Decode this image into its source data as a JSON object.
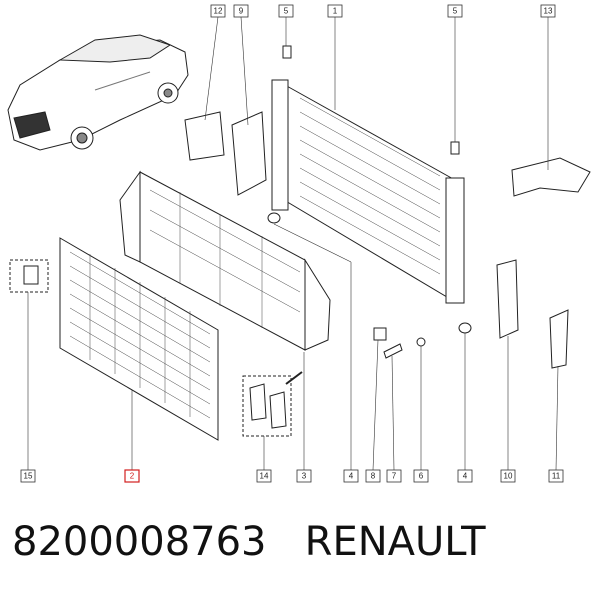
{
  "callouts": [
    {
      "id": "12",
      "label": "12"
    },
    {
      "id": "9",
      "label": "9"
    },
    {
      "id": "5a",
      "label": "5"
    },
    {
      "id": "1",
      "label": "1"
    },
    {
      "id": "5b",
      "label": "5"
    },
    {
      "id": "13",
      "label": "13"
    },
    {
      "id": "15",
      "label": "15"
    },
    {
      "id": "2",
      "label": "2"
    },
    {
      "id": "14",
      "label": "14"
    },
    {
      "id": "3",
      "label": "3"
    },
    {
      "id": "4a",
      "label": "4"
    },
    {
      "id": "8",
      "label": "8"
    },
    {
      "id": "7",
      "label": "7"
    },
    {
      "id": "6",
      "label": "6"
    },
    {
      "id": "4b",
      "label": "4"
    },
    {
      "id": "10",
      "label": "10"
    },
    {
      "id": "11",
      "label": "11"
    }
  ],
  "caption": {
    "part_number": "8200008763",
    "brand": "RENAULT"
  },
  "colors": {
    "highlight": "#d21e1e",
    "line": "#222222"
  }
}
